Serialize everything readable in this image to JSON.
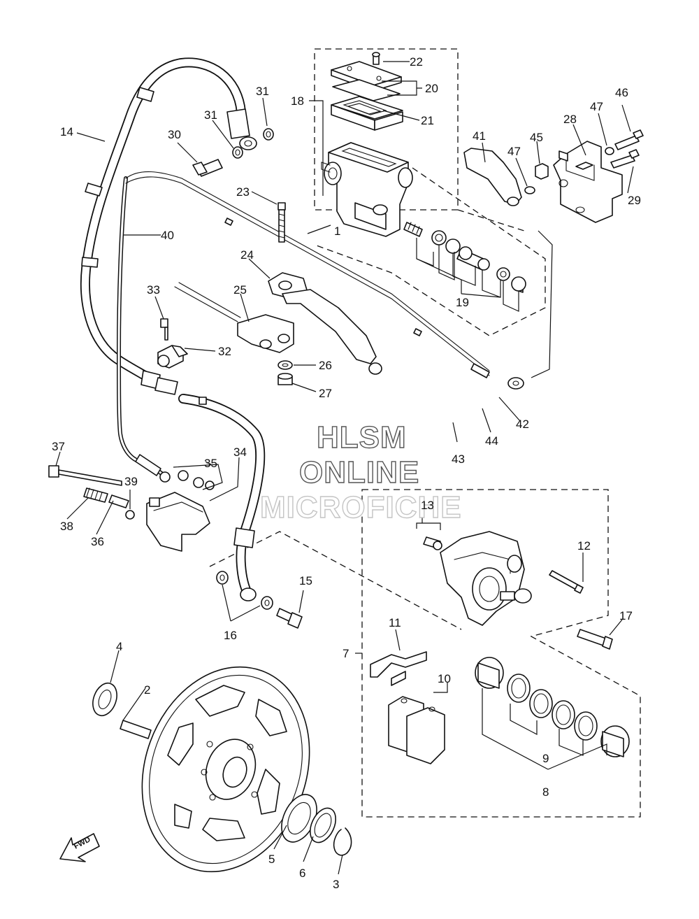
{
  "watermark": {
    "line1": "HLSM",
    "line2": "ONLINE",
    "line3": "MICROFICHE"
  },
  "direction_label": "FWD",
  "callouts": {
    "p1": "1",
    "p2": "2",
    "p3": "3",
    "p4": "4",
    "p5": "5",
    "p6": "6",
    "p7": "7",
    "p8": "8",
    "p9": "9",
    "p10": "10",
    "p11": "11",
    "p12": "12",
    "p13": "13",
    "p14": "14",
    "p15": "15",
    "p16": "16",
    "p17": "17",
    "p18": "18",
    "p19": "19",
    "p20": "20",
    "p21": "21",
    "p22": "22",
    "p23": "23",
    "p24": "24",
    "p25": "25",
    "p26": "26",
    "p27": "27",
    "p28": "28",
    "p29": "29",
    "p30": "30",
    "p31a": "31",
    "p31b": "31",
    "p32": "32",
    "p33": "33",
    "p34": "34",
    "p35": "35",
    "p36": "36",
    "p37": "37",
    "p38": "38",
    "p39": "39",
    "p40": "40",
    "p41": "41",
    "p42": "42",
    "p43": "43",
    "p44": "44",
    "p45": "45",
    "p46": "46",
    "p47a": "47",
    "p47b": "47"
  }
}
